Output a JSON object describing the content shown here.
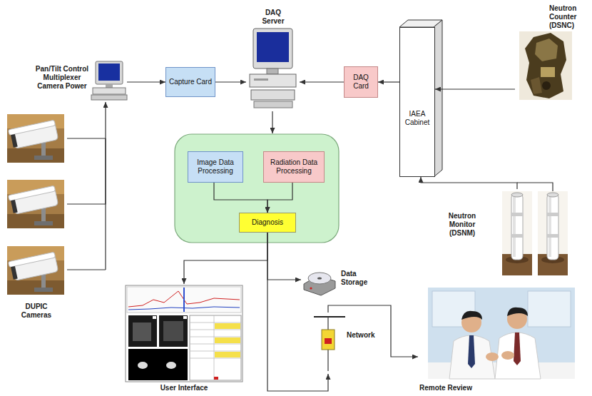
{
  "diagram": {
    "nodes": [
      {
        "text": [
          "Pan/Tilt Control Multiplexer Camera Power"
        ]
      },
      {
        "text": [
          "Capture Card"
        ]
      },
      {
        "text": [
          "DAQ Server"
        ]
      },
      {
        "text": [
          "DAQ Card"
        ]
      },
      {
        "text": [
          "IAEA Cabinet"
        ]
      },
      {
        "text": [
          "Neutron Counter (DSNC)"
        ]
      },
      {
        "text": [
          "Image Data Processing"
        ]
      },
      {
        "text": [
          "Radiation Data Processing"
        ]
      },
      {
        "text": [
          "Diagnosis"
        ]
      },
      {
        "text": [
          "Neutron Monitor (DSNM)"
        ]
      },
      {
        "text": [
          "DUPIC Cameras"
        ]
      },
      {
        "text": [
          "User Interface"
        ]
      },
      {
        "text": [
          "Data Storage"
        ]
      },
      {
        "text": [
          "Network"
        ]
      },
      {
        "text": [
          "Remote Review"
        ]
      }
    ],
    "edges": [
      {
        "from": 0,
        "to": 1,
        "arrow": "to"
      },
      {
        "from": 1,
        "to": 2,
        "arrow": "to"
      },
      {
        "from": 3,
        "to": 2,
        "arrow": "to"
      },
      {
        "from": 4,
        "to": 3,
        "arrow": "to"
      },
      {
        "from": 5,
        "to": 4,
        "arrow": "to"
      },
      {
        "from": 9,
        "to": 4,
        "arrow": "to"
      },
      {
        "from": 10,
        "to": 0,
        "arrow": "to"
      },
      {
        "from": 6,
        "to": 8,
        "arrow": "to"
      },
      {
        "from": 7,
        "to": 8,
        "arrow": "to"
      },
      {
        "from": 8,
        "to": 11,
        "arrow": "to"
      },
      {
        "from": 8,
        "to": 12,
        "arrow": "to"
      },
      {
        "from": 8,
        "to": 13,
        "arrow": "to"
      },
      {
        "from": 13,
        "to": 14,
        "arrow": "to"
      }
    ]
  }
}
